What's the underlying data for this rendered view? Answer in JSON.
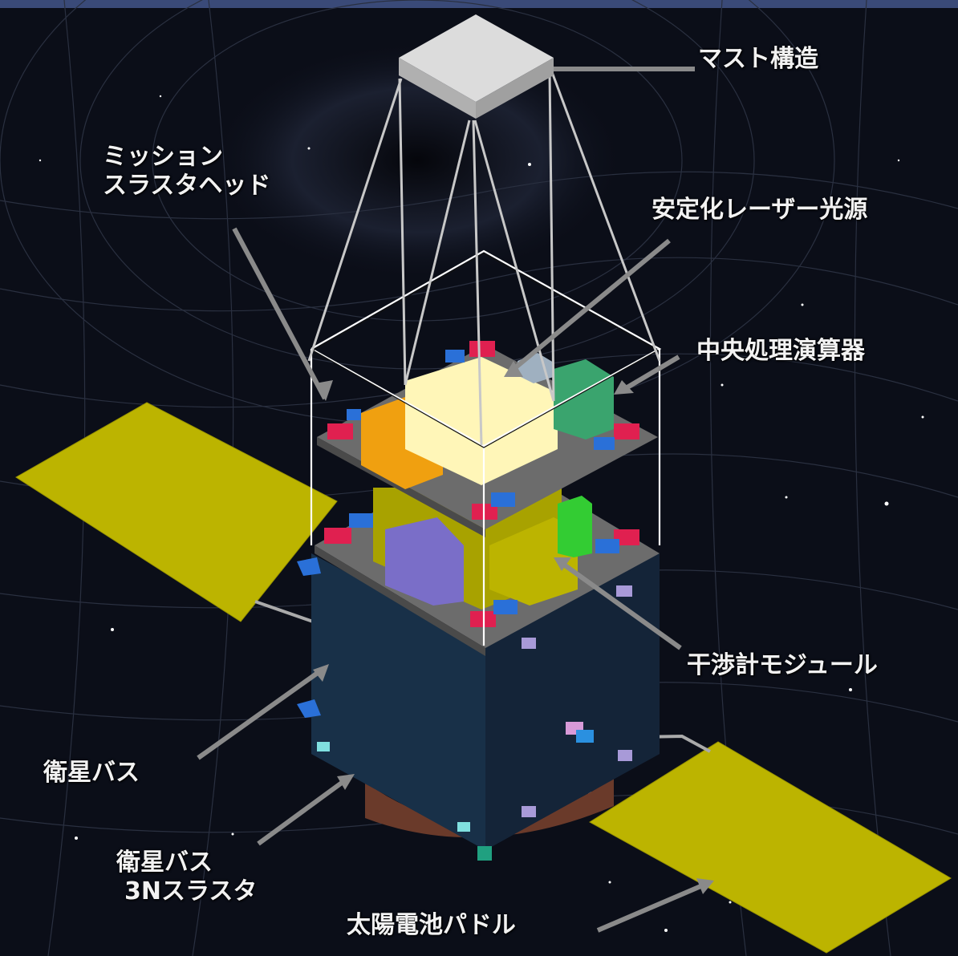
{
  "labels": {
    "mast": "マスト構造",
    "mission_thruster_line1": "ミッション",
    "mission_thruster_line2": "スラスタヘッド",
    "laser": "安定化レーザー光源",
    "cpu": "中央処理演算器",
    "interferometer": "干渉計モジュール",
    "bus": "衛星バス",
    "bus_thruster_line1": "衛星バス",
    "bus_thruster_line2": "3Nスラスタ",
    "solar_paddle": "太陽電池パドル"
  },
  "colors": {
    "background": "#0b0e18",
    "panel": "#bcb400",
    "bus_body": "#1a2c44",
    "arrow": "#8a8a8a",
    "label_text": "#f2f2f2",
    "lasersource": "#fff6b8",
    "thruster_box_orange": "#f0a010",
    "cpu_green": "#3aa46e",
    "interferometer_purple": "#7a6ec8",
    "mast_top": "#dcdcdc"
  }
}
